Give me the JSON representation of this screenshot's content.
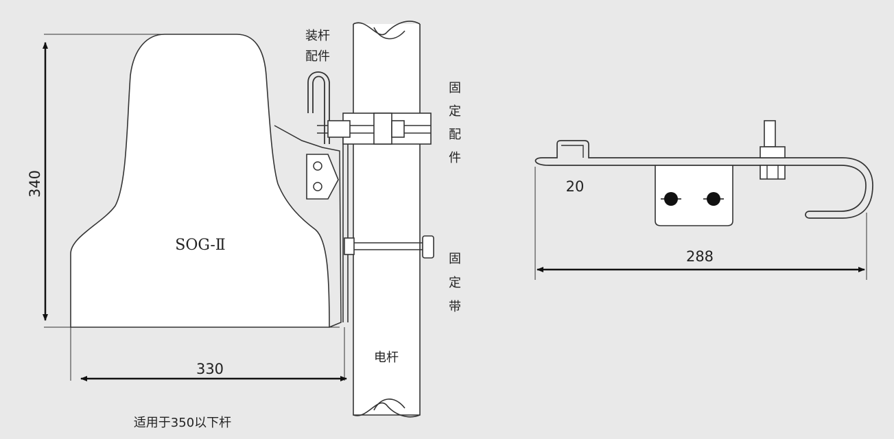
{
  "left_view": {
    "product_label": "SOG-Ⅱ",
    "height_dim": "340",
    "width_dim": "330",
    "mount_hardware_label_1": "装杆",
    "mount_hardware_label_2": "配件",
    "fixing_hardware_label": [
      "固",
      "定",
      "配",
      "件"
    ],
    "fixing_strap_label": [
      "固",
      "定",
      "带"
    ],
    "pole_label": "电杆",
    "caption": "适用于350以下杆"
  },
  "right_view": {
    "length_dim": "288",
    "step_dim": "20"
  },
  "colors": {
    "background": "#e9e9e9",
    "line": "#333333",
    "panel_fill": "#ffffff"
  }
}
